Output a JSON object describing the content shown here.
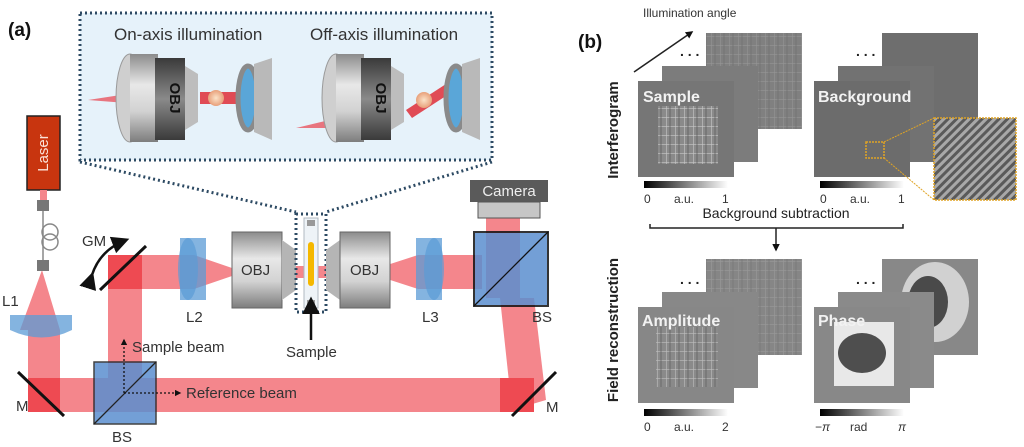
{
  "figure": {
    "panel_a": {
      "label": "(a)",
      "inset": {
        "on_axis_title": "On-axis illumination",
        "off_axis_title": "Off-axis illumination",
        "objective_label": "OBJ"
      },
      "components": {
        "laser": "Laser",
        "camera": "Camera",
        "galvo_mirror": "GM",
        "lens1": "L1",
        "lens2": "L2",
        "lens3": "L3",
        "objective_left": "OBJ",
        "objective_right": "OBJ",
        "mirror_left": "M",
        "mirror_right": "M",
        "beamsplitter_left": "BS",
        "beamsplitter_right": "BS",
        "sample": "Sample",
        "sample_beam": "Sample beam",
        "reference_beam": "Reference beam"
      },
      "colors": {
        "beam": "#f4868c",
        "beam_overlap": "#ee4a52",
        "lens": "#5b9bd5",
        "laser": "#c8350f",
        "inset_bg": "#e6f2fa",
        "inset_border": "#2d4a63",
        "sample": "#f5b800",
        "camera_body": "#5a5a5a",
        "camera_mount": "#c6c6c6"
      }
    },
    "panel_b": {
      "label": "(b)",
      "axis_arrow_label": "Illumination angle",
      "row1_label": "Interferogram",
      "row2_label": "Field reconstruction",
      "step_label": "Background subtraction",
      "ellipsis": ". . .",
      "images": [
        {
          "title": "Sample",
          "colorbar": {
            "min": "0",
            "unit": "a.u.",
            "max": "1"
          }
        },
        {
          "title": "Background",
          "colorbar": {
            "min": "0",
            "unit": "a.u.",
            "max": "1"
          }
        },
        {
          "title": "Amplitude",
          "colorbar": {
            "min": "0",
            "unit": "a.u.",
            "max": "2"
          }
        },
        {
          "title": "Phase",
          "colorbar": {
            "min": "−π",
            "unit": "rad",
            "max": "π"
          }
        }
      ],
      "colors": {
        "zoom_box": "#e0a424",
        "image_gray": "#7a7a7a"
      }
    }
  }
}
